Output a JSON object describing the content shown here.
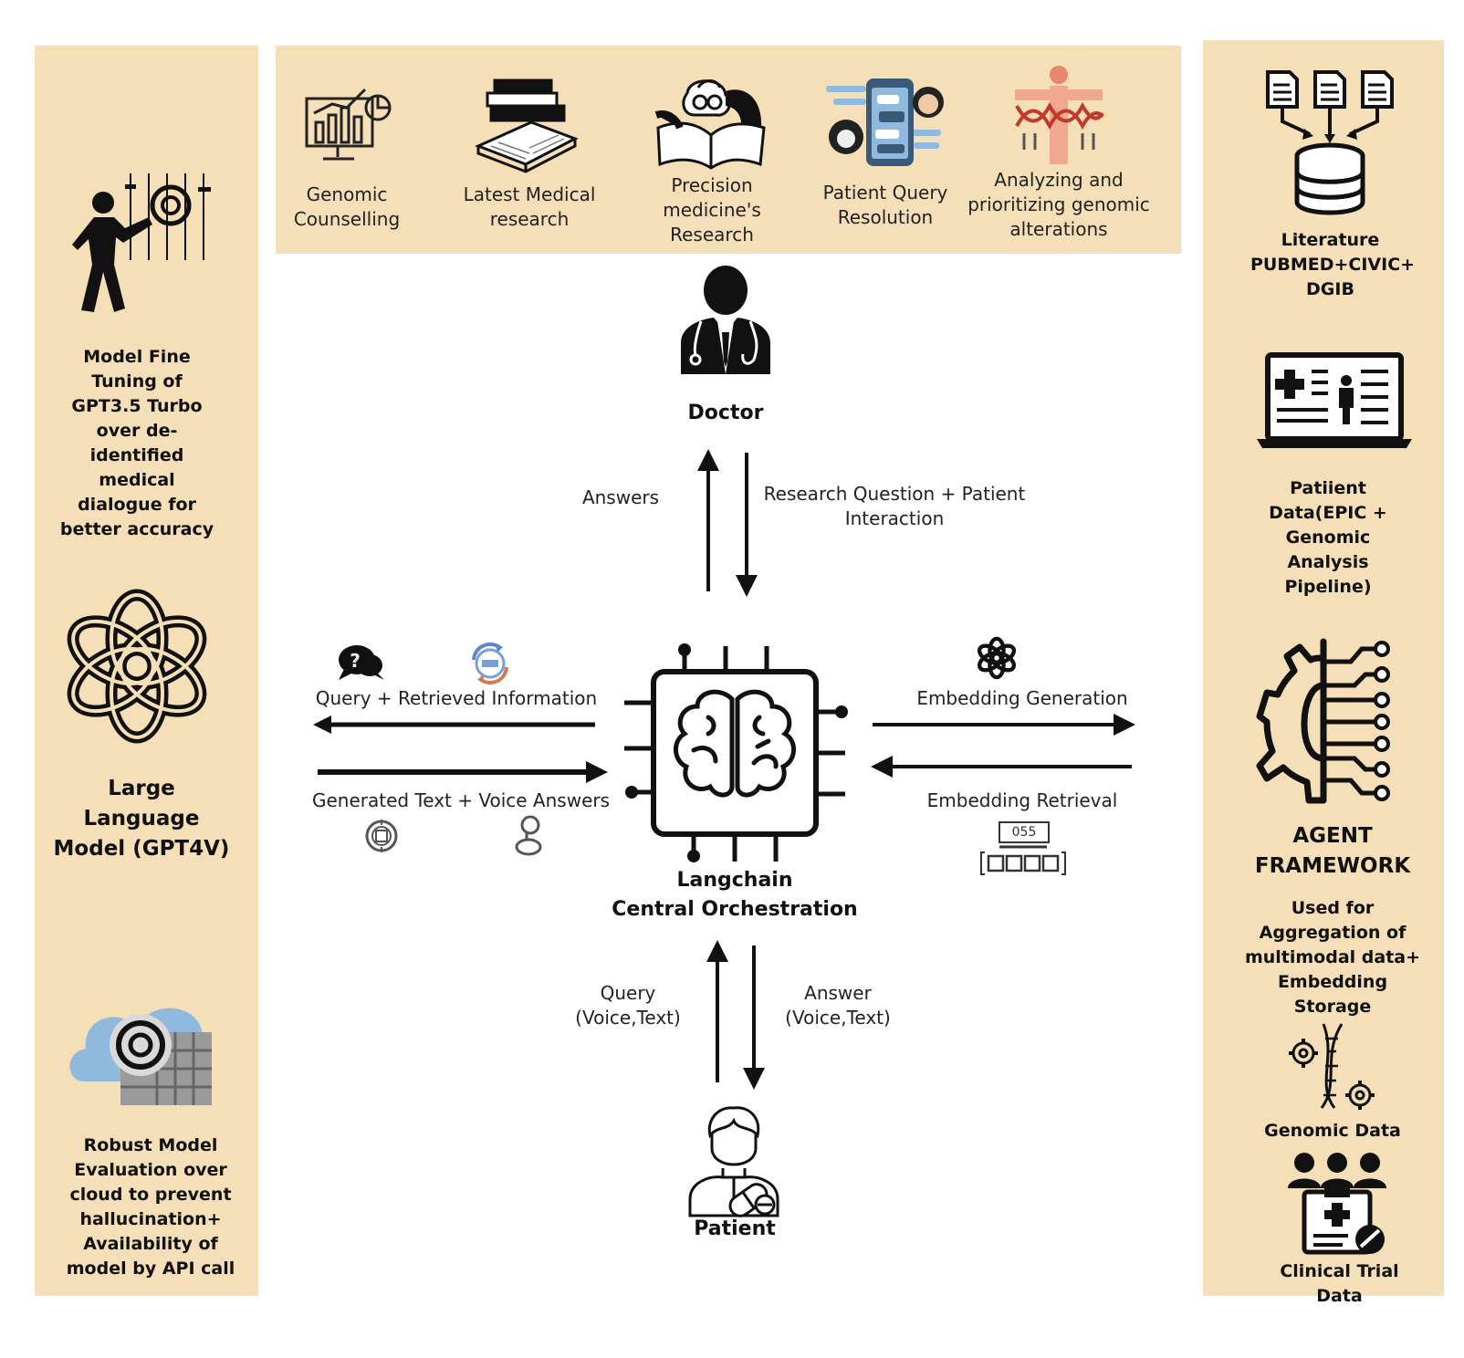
{
  "left_panel": {
    "finetune_text": "Model Fine Tuning of  GPT3.5 Turbo over de-identified medical dialogue for better accuracy",
    "llm_title": "Large Language Model (GPT4V)",
    "eval_text": "Robust Model Evaluation over cloud to prevent hallucination+ Availability of model by API call"
  },
  "top_panel": {
    "items": [
      {
        "label": "Genomic Counselling",
        "icon": "monitor-chart-icon"
      },
      {
        "label": "Latest Medical research",
        "icon": "books-icon"
      },
      {
        "label": "Precision medicine's Research",
        "icon": "researcher-reading-icon"
      },
      {
        "label": "Patient Query Resolution",
        "icon": "chat-phone-icon"
      },
      {
        "label": "Analyzing and prioritizing genomic alterations",
        "icon": "dna-person-icon"
      }
    ]
  },
  "right_panel": {
    "literature": "Literature PUBMED+CIVIC+ DGIB",
    "patient_data": "Patiient Data(EPIC + Genomic Analysis Pipeline)",
    "agent_title": "AGENT FRAMEWORK",
    "agent_desc": "Used for Aggregation of multimodal data+ Embedding Storage",
    "genomic": "Genomic Data",
    "clinical": "Clinical Trial Data"
  },
  "center": {
    "doctor": "Doctor",
    "answers": "Answers",
    "research_question": "Research Question + Patient Interaction",
    "query_retrieved": "Query + Retrieved Information",
    "generated_text": "Generated Text + Voice Answers",
    "embedding_generation": "Embedding Generation",
    "embedding_retrieval": "Embedding Retrieval",
    "orchestration_line1": "Langchain",
    "orchestration_line2": "Central Orchestration",
    "query": "Query (Voice,Text)",
    "answer": "Answer (Voice,Text)",
    "patient": "Patient",
    "id_code": "055"
  },
  "colors": {
    "panel": "#f5dfb9",
    "ink": "#111111",
    "cloud": "#8fb9dd"
  }
}
